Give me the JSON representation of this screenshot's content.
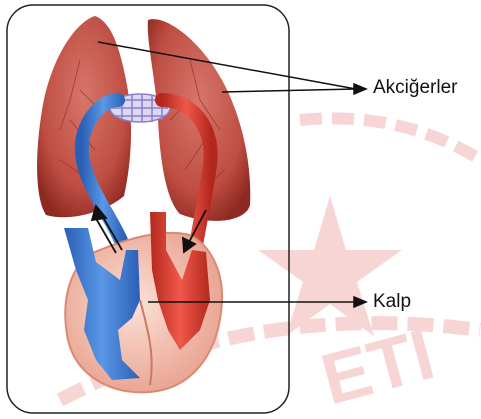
{
  "labels": {
    "lungs": "Akciğerler",
    "heart": "Kalp"
  },
  "watermark": {
    "text": "ETİ",
    "color": "#f3b3b3"
  },
  "colors": {
    "frame": "#222222",
    "lung": "#c4564a",
    "lung_dark": "#8e2a22",
    "vein_blue": "#3a78d0",
    "artery_red": "#d93a2c",
    "heart_outer": "#f1b9a8",
    "leader_line": "#111111"
  },
  "icons": [
    "arrow-up-icon",
    "arrow-down-icon"
  ]
}
